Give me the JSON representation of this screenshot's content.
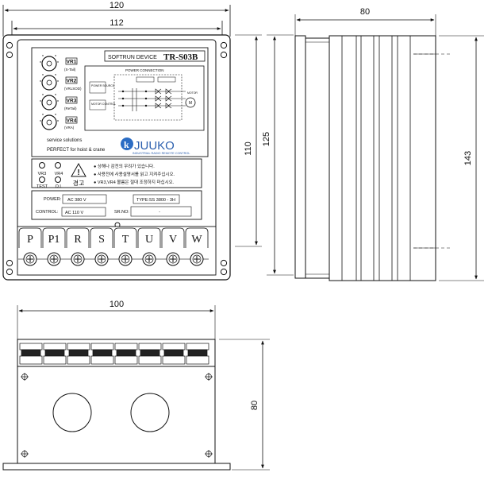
{
  "front_view": {
    "dim_overall_width": "120",
    "dim_panel_width": "112",
    "dim_panel_height": "110",
    "dim_overall_height": "125"
  },
  "side_view": {
    "dim_depth": "80",
    "dim_height": "143"
  },
  "bottom_view": {
    "dim_width": "100",
    "dim_height": "80"
  },
  "device": {
    "header_label": "SOFTRUN DEVICE",
    "model": "TR-S03B",
    "knobs": [
      {
        "code": "VR1",
        "note": "(S-Tail)"
      },
      {
        "code": "VR2",
        "note": "(VRLSOD)"
      },
      {
        "code": "VR3",
        "note": "(ReTail)"
      },
      {
        "code": "VR4",
        "note": "(VRA)"
      }
    ],
    "power_connection_title": "POWER CONNECTION",
    "power_box_1": "POWER SOURCE",
    "power_box_2": "MOTOR CONTROL",
    "motor_label": "MOTOR",
    "tagline_1": "service solutions",
    "tagline_2": "PERFECT for hoist & crane",
    "brand": "JUUKO",
    "brand_sub": "INDUSTRIAL RADIO REMOTE CONTROL",
    "test_labels": [
      "VR3",
      "VR4",
      "TEST",
      "O.L"
    ],
    "warning_label": "경고",
    "warnings": [
      "상해나 감전의 우려가 있습니다.",
      "사용전에 사용설명서를 읽고 지켜주십시오.",
      "VR3,VR4 볼륨은 절대 조정하지 마십시오."
    ],
    "power_label": "POWER:",
    "power_value": "AC  380  V",
    "control_label": "CONTROL:",
    "control_value": "AC  110  V",
    "type_label": "TYPE:SS 3800 - 3H",
    "serial_label": "SR.NO:",
    "serial_value": "-",
    "terminals": [
      "P",
      "P1",
      "R",
      "S",
      "T",
      "U",
      "V",
      "W"
    ]
  }
}
